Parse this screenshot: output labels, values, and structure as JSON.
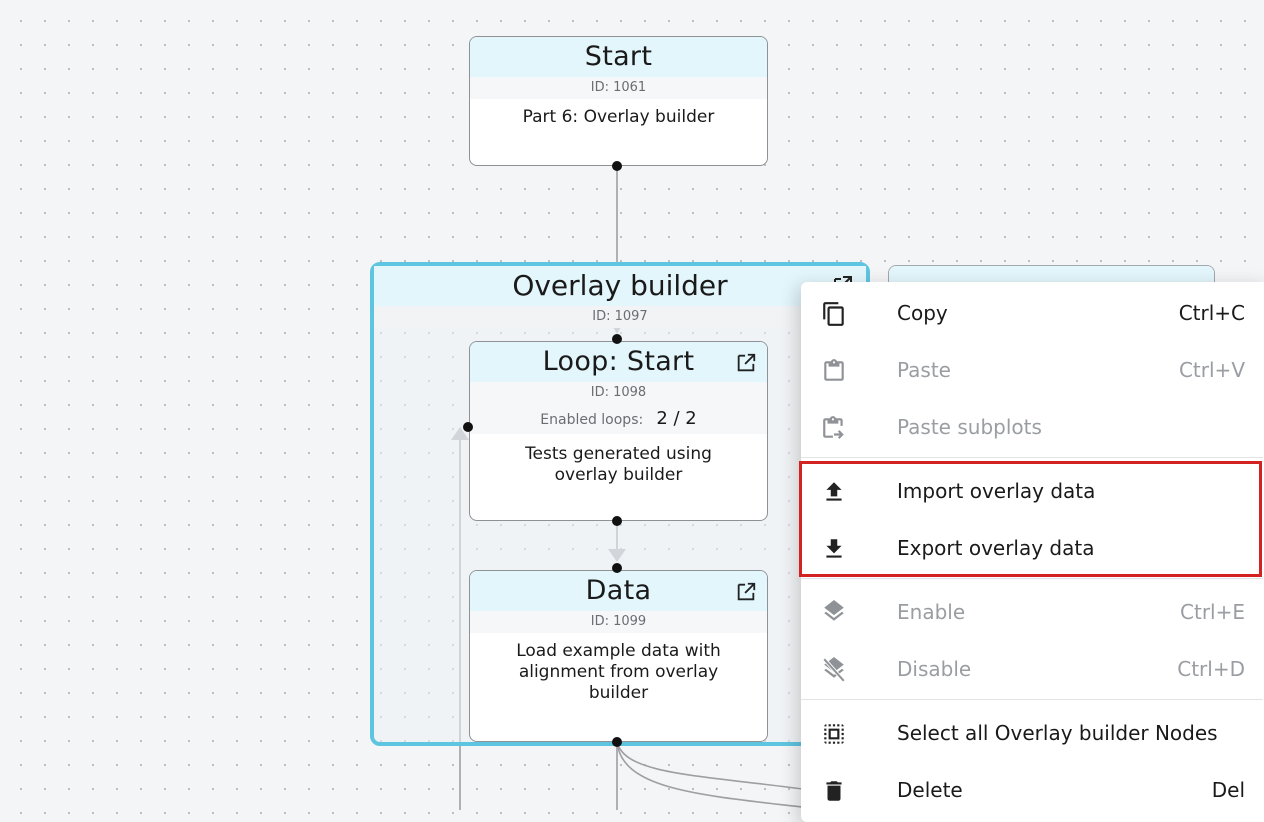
{
  "colors": {
    "accent": "#5ec5e0",
    "header_bg": "#e3f6fc",
    "highlight": "#d32222"
  },
  "nodes": {
    "start": {
      "title": "Start",
      "id": "ID: 1061",
      "body": "Part 6: Overlay builder"
    },
    "group": {
      "title": "Overlay builder",
      "id": "ID: 1097"
    },
    "loop": {
      "title": "Loop: Start",
      "id": "ID: 1098",
      "loops_label": "Enabled loops:",
      "loops_value": "2 / 2",
      "body": "Tests generated using overlay builder",
      "icon": "external-link-icon"
    },
    "data": {
      "title": "Data",
      "id": "ID: 1099",
      "body": "Load example data with alignment from overlay builder",
      "icon": "external-link-icon"
    }
  },
  "context_menu": {
    "copy": {
      "label": "Copy",
      "shortcut": "Ctrl+C",
      "icon": "copy-icon"
    },
    "paste": {
      "label": "Paste",
      "shortcut": "Ctrl+V",
      "icon": "clipboard-icon"
    },
    "paste_subplots": {
      "label": "Paste subplots",
      "icon": "clipboard-arrow-icon"
    },
    "import": {
      "label": "Import overlay data",
      "icon": "upload-icon"
    },
    "export": {
      "label": "Export overlay data",
      "icon": "download-icon"
    },
    "enable": {
      "label": "Enable",
      "shortcut": "Ctrl+E",
      "icon": "layers-icon"
    },
    "disable": {
      "label": "Disable",
      "shortcut": "Ctrl+D",
      "icon": "layers-off-icon"
    },
    "select_all": {
      "label": "Select all Overlay builder Nodes",
      "icon": "select-all-icon"
    },
    "delete": {
      "label": "Delete",
      "shortcut": "Del",
      "icon": "trash-icon"
    }
  }
}
